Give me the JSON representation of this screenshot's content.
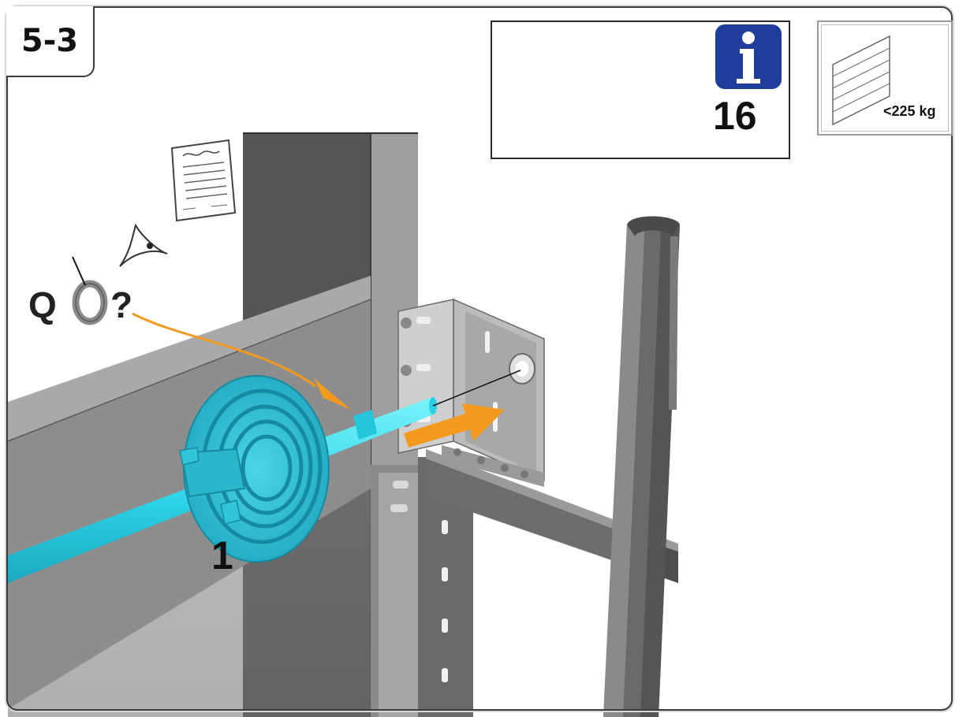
{
  "step": {
    "label": "5-3"
  },
  "info_panel": {
    "icon": "info-icon",
    "reference": "16"
  },
  "weight_panel": {
    "limit": "<225 kg"
  },
  "torsion_spring": {
    "quantity_prefix": "Q",
    "quantity_suffix": "?"
  },
  "callout": {
    "part_number": "1"
  },
  "colors": {
    "spring": "#2fc4d8",
    "shaft": "#35e0ee",
    "arrow": "#f39a1e",
    "info_blue": "#1f3d9a",
    "frame": "#3a3a3a"
  }
}
